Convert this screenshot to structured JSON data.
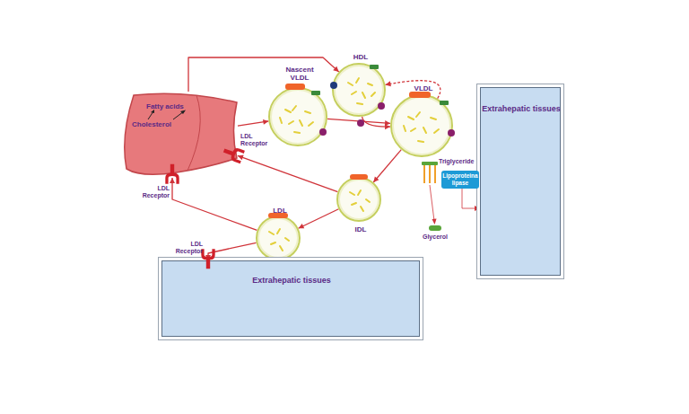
{
  "diagram": {
    "nodes": [
      {
        "text": [
          "Fatty acids",
          "Cholesterol"
        ]
      },
      {
        "text": [
          "Nascent VLDL"
        ]
      },
      {
        "text": [
          "HDL"
        ]
      },
      {
        "text": [
          "VLDL"
        ]
      },
      {
        "text": [
          "IDL"
        ]
      },
      {
        "text": [
          "LDL"
        ]
      },
      {
        "text": [
          "Extrahepatic tissues"
        ]
      },
      {
        "text": [
          "Extrahepatic tissues"
        ]
      },
      {
        "text": [
          "Lipoproteina lipase"
        ]
      }
    ],
    "edges": [
      {
        "from": 0,
        "to": 1,
        "arrow": "to"
      },
      {
        "from": 0,
        "to": 2,
        "arrow": "to"
      },
      {
        "from": 1,
        "to": 3,
        "arrow": "to"
      },
      {
        "from": 2,
        "to": 3,
        "arrow": "to"
      },
      {
        "from": 3,
        "to": 2,
        "arrow": "to"
      },
      {
        "from": 3,
        "to": 4,
        "arrow": "to"
      },
      {
        "from": 4,
        "to": 0,
        "arrow": "to"
      },
      {
        "from": 4,
        "to": 5,
        "arrow": "to"
      },
      {
        "from": 5,
        "to": 0,
        "arrow": "to"
      },
      {
        "from": 5,
        "to": 7,
        "arrow": "to"
      },
      {
        "from": 8,
        "to": 6,
        "arrow": "to"
      }
    ],
    "labels": [
      "LDL Receptor",
      "LDL Receptor",
      "LDL Receptor",
      "Triglyceride",
      "Glycerol"
    ]
  }
}
